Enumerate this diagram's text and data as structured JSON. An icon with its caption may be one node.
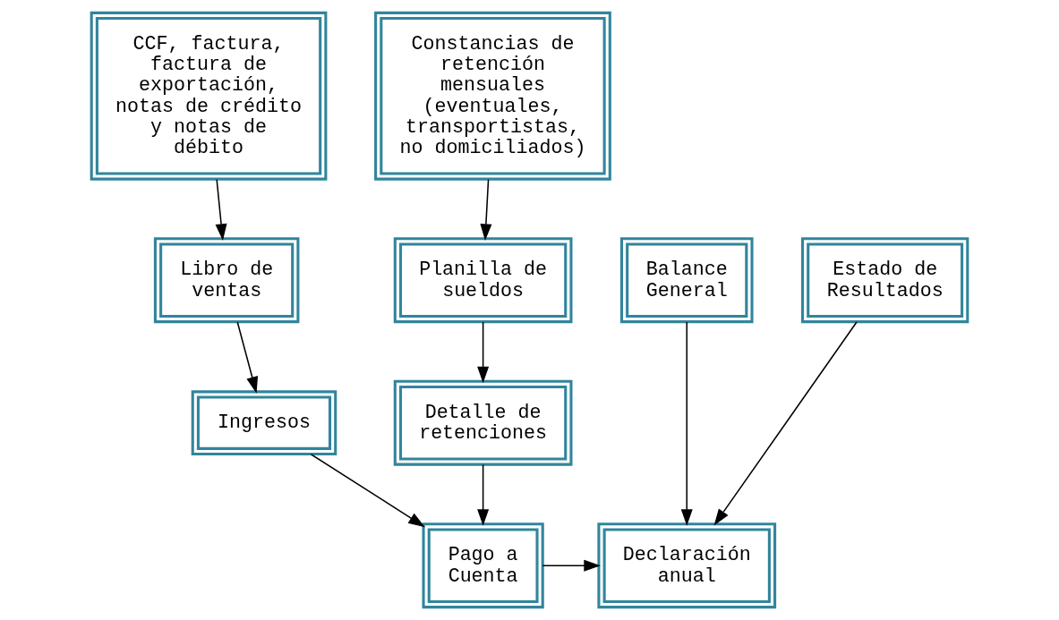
{
  "diagram": {
    "nodes": [
      {
        "text": [
          "CCF, factura, factura de exportación, notas de crédito y notas de débito"
        ]
      },
      {
        "text": [
          "Constancias de retención mensuales (eventuales, transportistas, no domiciliados)"
        ]
      },
      {
        "text": [
          "Libro de ventas"
        ]
      },
      {
        "text": [
          "Planilla de sueldos"
        ]
      },
      {
        "text": [
          "Ingresos"
        ]
      },
      {
        "text": [
          "Detalle de retenciones"
        ]
      },
      {
        "text": [
          "Pago a Cuenta"
        ]
      },
      {
        "text": [
          "Balance General"
        ]
      },
      {
        "text": [
          "Estado de Resultados"
        ]
      },
      {
        "text": [
          "Declaración anual"
        ]
      }
    ],
    "edges": [
      {
        "from": 0,
        "to": 2,
        "arrow": "to"
      },
      {
        "from": 1,
        "to": 3,
        "arrow": "to"
      },
      {
        "from": 2,
        "to": 4,
        "arrow": "to"
      },
      {
        "from": 3,
        "to": 5,
        "arrow": "to"
      },
      {
        "from": 4,
        "to": 6,
        "arrow": "to"
      },
      {
        "from": 5,
        "to": 6,
        "arrow": "to"
      },
      {
        "from": 6,
        "to": 9,
        "arrow": "to"
      },
      {
        "from": 7,
        "to": 9,
        "arrow": "to"
      },
      {
        "from": 8,
        "to": 9,
        "arrow": "to"
      }
    ]
  }
}
